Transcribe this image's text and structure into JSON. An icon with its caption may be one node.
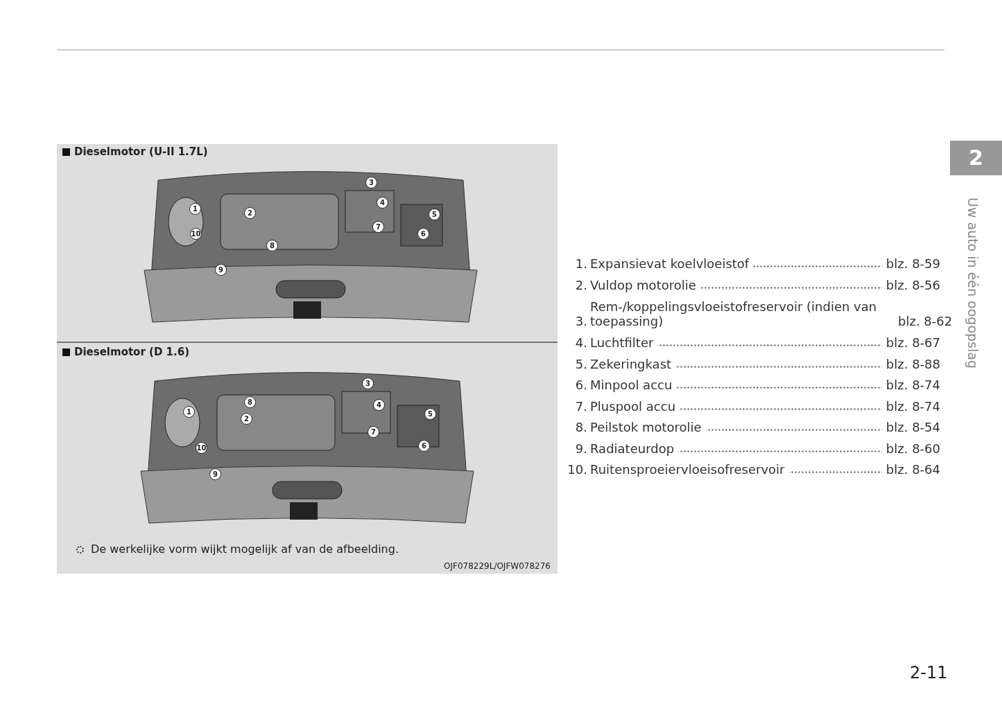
{
  "diagram": {
    "labels": [
      "Dieselmotor (U-II 1.7L)",
      "1",
      "2",
      "3",
      "4",
      "5",
      "6",
      "7",
      "8",
      "9",
      "10",
      "Dieselmotor (D 1.6)",
      "1",
      "2",
      "3",
      "4",
      "5",
      "6",
      "7",
      "8",
      "9",
      "10",
      "De werkelijke vorm wijkt mogelijk af van de afbeelding.",
      "OJF078229L/OJFW078276",
      "1.",
      "Expansievat koelvloeistof",
      "blz. 8-59",
      "2.",
      "Vuldop motorolie",
      "blz. 8-56",
      "3.",
      "Rem-/koppelingsvloeistofreservoir (indien van toepassing)",
      "blz. 8-62",
      "4.",
      "Luchtfilter",
      "blz. 8-67",
      "5.",
      "Zekeringkast",
      "blz. 8-88",
      "6.",
      "Minpool accu",
      "blz. 8-74",
      "7.",
      "Pluspool accu",
      "blz. 8-74",
      "8.",
      "Peilstok motorolie",
      "blz. 8-54",
      "9.",
      "Radiateurdop",
      "blz. 8-60",
      "10.",
      "Ruitensproeiervloeisofreservoir",
      "blz. 8-64",
      "2",
      "Uw auto in één oogopslag",
      "2-11"
    ]
  }
}
